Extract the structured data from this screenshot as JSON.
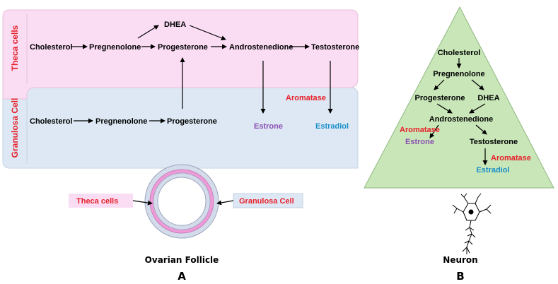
{
  "panel_a": {
    "theca_label": "Theca cells",
    "granulosa_label": "Granulosa Cell",
    "theca": {
      "cholesterol": "Cholesterol",
      "pregnenolone": "Pregnenolone",
      "dhea": "DHEA",
      "progesterone": "Progesterone",
      "androstenedione": "Androstenedione",
      "testosterone": "Testosterone"
    },
    "granulosa": {
      "cholesterol": "Cholesterol",
      "pregnenolone": "Pregnenolone",
      "progesterone": "Progesterone",
      "aromatase": "Aromatase",
      "estrone": "Estrone",
      "estradiol": "Estradiol"
    },
    "follicle": {
      "theca_callout": "Theca cells",
      "granulosa_callout": "Granulosa Cell",
      "caption": "Ovarian Follicle"
    },
    "letter": "A"
  },
  "panel_b": {
    "cholesterol": "Cholesterol",
    "pregnenolone": "Pregnenolone",
    "progesterone": "Progesterone",
    "dhea": "DHEA",
    "androstenedione": "Androstenedione",
    "aromatase_1": "Aromatase",
    "estrone": "Estrone",
    "testosterone": "Testosterone",
    "aromatase_2": "Aromatase",
    "estradiol": "Estradiol",
    "caption": "Neuron",
    "letter": "B"
  },
  "colors": {
    "theca_bg": "#fadcf3",
    "granulosa_bg": "#dde8f4",
    "triangle_bg": "#c8e6b8",
    "aromatase": "#e8202a",
    "estrone": "#8a4fb0",
    "estradiol": "#1a8fc8"
  },
  "icons": [
    "neuron-icon",
    "ovarian-follicle-icon"
  ]
}
